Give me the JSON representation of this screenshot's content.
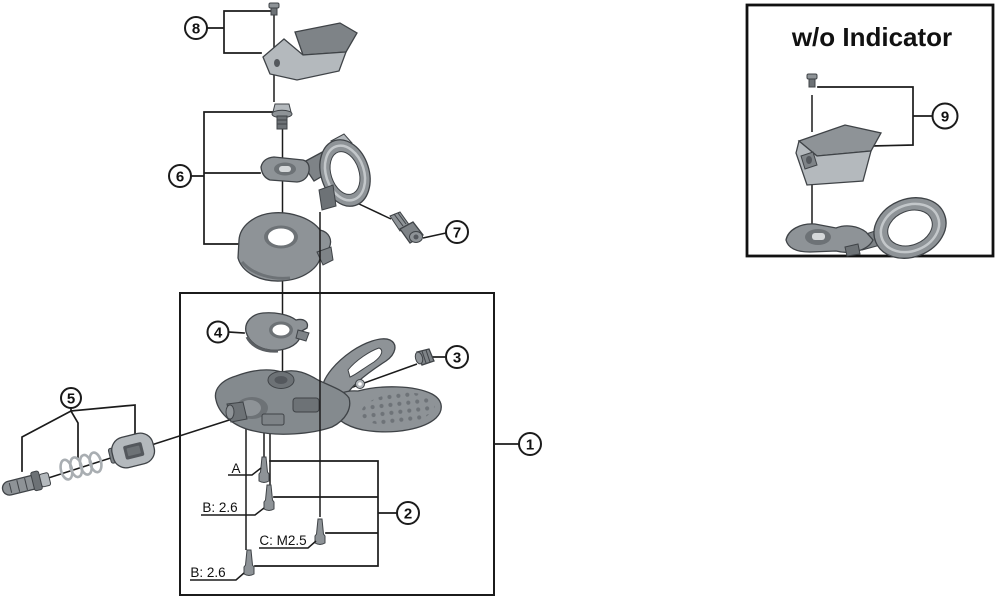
{
  "diagram": {
    "type": "exploded-parts-diagram",
    "inset": {
      "title": "w/o Indicator"
    },
    "callouts": {
      "c1": "1",
      "c2": "2",
      "c3": "3",
      "c4": "4",
      "c5": "5",
      "c6": "6",
      "c7": "7",
      "c8": "8",
      "c9": "9"
    },
    "fastener_labels": {
      "a": "A",
      "b_upper": "B: 2.6",
      "c": "C: M2.5",
      "b_lower": "B: 2.6"
    },
    "colors": {
      "background": "#ffffff",
      "leader_line": "#1b1b1b",
      "part_light": "#b4b9bd",
      "part_mid": "#8e9397",
      "part_dark": "#6d7276",
      "part_outline": "#3f4347"
    }
  }
}
